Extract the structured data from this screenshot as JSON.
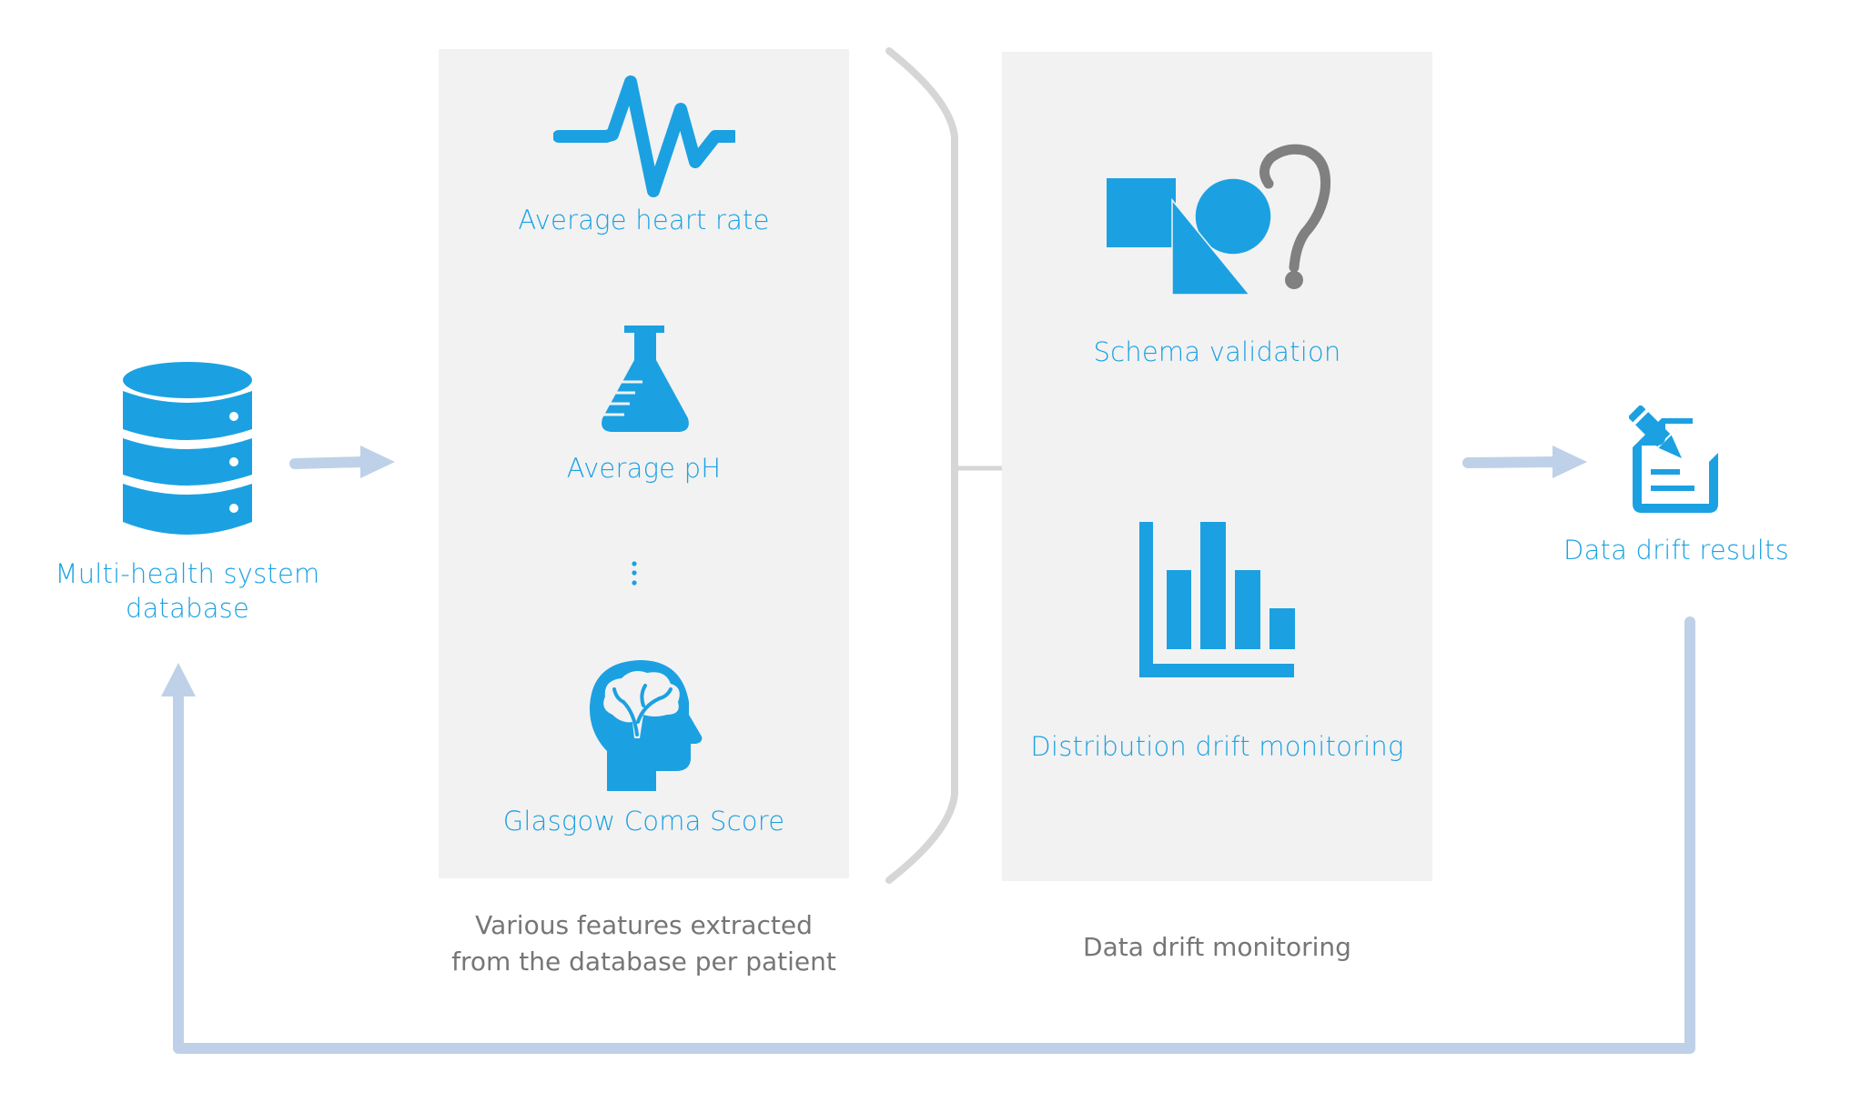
{
  "colors": {
    "accent": "#1ba1e2",
    "panel_bg": "#f2f2f2",
    "arrow": "#bed1e8",
    "bracket": "#d6d6d6",
    "caption": "#767676",
    "question_mark": "#808080"
  },
  "source": {
    "icon": "database-icon",
    "label_line1": "Multi-health system",
    "label_line2": "database"
  },
  "features_panel": {
    "items": [
      {
        "icon": "heart-rate-icon",
        "label": "Average heart rate"
      },
      {
        "icon": "flask-icon",
        "label": "Average pH"
      },
      {
        "icon": "vertical-ellipsis-icon",
        "label": "⋮"
      },
      {
        "icon": "brain-head-icon",
        "label": "Glasgow Coma Score"
      }
    ],
    "caption_line1": "Various features extracted",
    "caption_line2": "from the database per patient"
  },
  "monitoring_panel": {
    "items": [
      {
        "icon": "shapes-question-icon",
        "label": "Schema validation"
      },
      {
        "icon": "bar-chart-icon",
        "label": "Distribution drift monitoring"
      }
    ],
    "caption": "Data drift monitoring"
  },
  "output": {
    "icon": "document-edit-icon",
    "label": "Data drift results"
  }
}
